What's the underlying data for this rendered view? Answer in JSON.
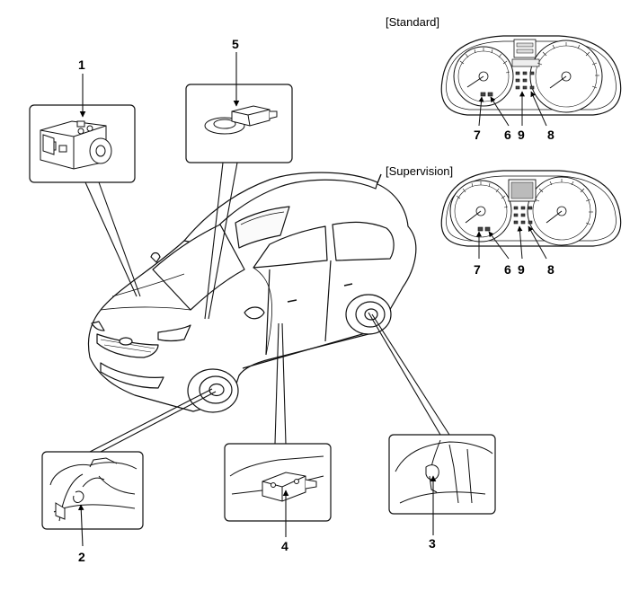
{
  "headings": {
    "standard": "[Standard]",
    "supervision": "[Supervision]"
  },
  "callouts": {
    "c1": "1",
    "c2": "2",
    "c3": "3",
    "c4": "4",
    "c5": "5",
    "std_7": "7",
    "std_6": "6",
    "std_9": "9",
    "std_8": "8",
    "sup_7": "7",
    "sup_6": "6",
    "sup_9": "9",
    "sup_8": "8"
  }
}
